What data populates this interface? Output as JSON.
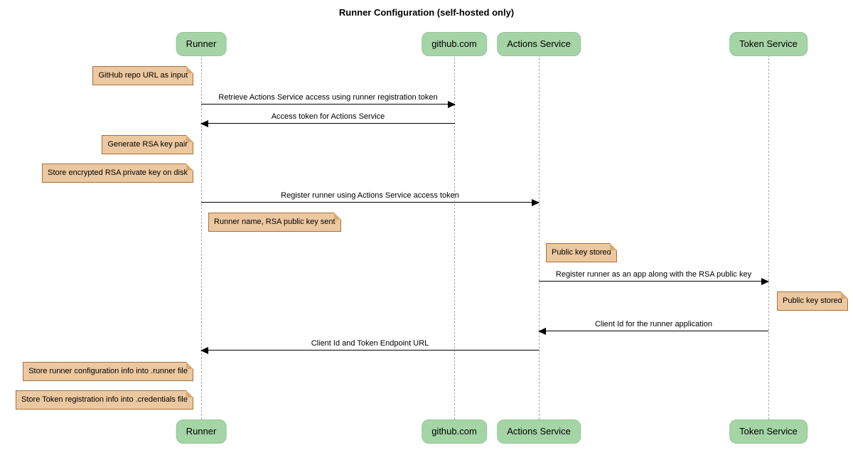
{
  "title": "Runner Configuration (self-hosted only)",
  "colors": {
    "participant_fill": "#A5D4A6",
    "participant_border": "#94C696",
    "note_fill": "#ECC8A0",
    "note_border": "#A5703F",
    "lifeline": "#AAAAAA",
    "arrow": "#000000",
    "background": "#FFFFFF"
  },
  "participants": [
    {
      "label": "Runner"
    },
    {
      "label": "github.com"
    },
    {
      "label": "Actions Service"
    },
    {
      "label": "Token Service"
    }
  ],
  "messages": [
    {
      "label": "Retrieve Actions Service access using runner registration token",
      "from": "Runner",
      "to": "github.com",
      "direction": "right"
    },
    {
      "label": "Access token for Actions Service",
      "from": "github.com",
      "to": "Runner",
      "direction": "left"
    },
    {
      "label": "Register runner using Actions Service access token",
      "from": "Runner",
      "to": "Actions Service",
      "direction": "right"
    },
    {
      "label": "Register runner as an app along with the RSA public key",
      "from": "Actions Service",
      "to": "Token Service",
      "direction": "right"
    },
    {
      "label": "Client Id for the runner application",
      "from": "Token Service",
      "to": "Actions Service",
      "direction": "left"
    },
    {
      "label": "Client Id and Token Endpoint URL",
      "from": "Actions Service",
      "to": "Runner",
      "direction": "left"
    }
  ],
  "notes": [
    {
      "text": "GitHub repo URL as input",
      "anchor": "Runner"
    },
    {
      "text": "Generate RSA key pair",
      "anchor": "Runner"
    },
    {
      "text": "Store encrypted RSA private key on disk",
      "anchor": "Runner"
    },
    {
      "text": "Runner name, RSA public key sent",
      "anchor": "Runner"
    },
    {
      "text": "Public key stored",
      "anchor": "Actions Service"
    },
    {
      "text": "Public key stored",
      "anchor": "Token Service"
    },
    {
      "text": "Store runner configuration info into .runner file",
      "anchor": "Runner"
    },
    {
      "text": "Store Token registration info into .credentials file",
      "anchor": "Runner"
    }
  ]
}
